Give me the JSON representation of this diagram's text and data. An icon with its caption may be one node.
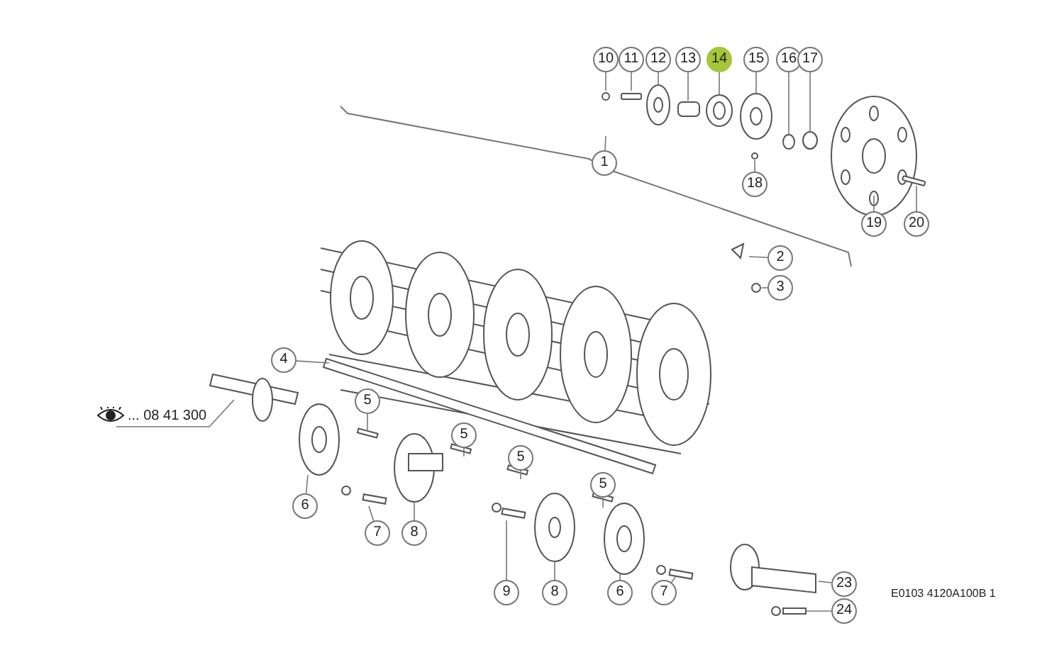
{
  "diagram": {
    "nodes": [
      {
        "text": [
          "10"
        ]
      },
      {
        "text": [
          "11"
        ]
      },
      {
        "text": [
          "12"
        ]
      },
      {
        "text": [
          "13"
        ]
      },
      {
        "text": [
          "14"
        ]
      },
      {
        "text": [
          "15"
        ]
      },
      {
        "text": [
          "16"
        ]
      },
      {
        "text": [
          "17"
        ]
      },
      {
        "text": [
          "18"
        ]
      },
      {
        "text": [
          "19"
        ]
      },
      {
        "text": [
          "20"
        ]
      },
      {
        "text": [
          "1"
        ]
      },
      {
        "text": [
          "2"
        ]
      },
      {
        "text": [
          "3"
        ]
      },
      {
        "text": [
          "4"
        ]
      },
      {
        "text": [
          "5"
        ]
      },
      {
        "text": [
          "... 08 41 300"
        ]
      },
      {
        "text": [
          "5"
        ]
      },
      {
        "text": [
          "5"
        ]
      },
      {
        "text": [
          "5"
        ]
      },
      {
        "text": [
          "6"
        ]
      },
      {
        "text": [
          "7"
        ]
      },
      {
        "text": [
          "8"
        ]
      },
      {
        "text": [
          "9"
        ]
      },
      {
        "text": [
          "8"
        ]
      },
      {
        "text": [
          "6"
        ]
      },
      {
        "text": [
          "7"
        ]
      },
      {
        "text": [
          "23"
        ]
      },
      {
        "text": [
          "24"
        ]
      }
    ],
    "edges": [
      {
        "from": 0,
        "to": null,
        "arrow": "none"
      },
      {
        "from": 1,
        "to": null,
        "arrow": "none"
      },
      {
        "from": 2,
        "to": null,
        "arrow": "none"
      },
      {
        "from": 3,
        "to": null,
        "arrow": "none"
      },
      {
        "from": 4,
        "to": null,
        "arrow": "none"
      },
      {
        "from": 5,
        "to": null,
        "arrow": "none"
      },
      {
        "from": 6,
        "to": null,
        "arrow": "none"
      },
      {
        "from": 7,
        "to": null,
        "arrow": "none"
      },
      {
        "from": 8,
        "to": null,
        "arrow": "none"
      },
      {
        "from": 9,
        "to": null,
        "arrow": "none"
      },
      {
        "from": 10,
        "to": null,
        "arrow": "none"
      },
      {
        "from": 11,
        "to": null,
        "arrow": "none"
      },
      {
        "from": 12,
        "to": null,
        "arrow": "none"
      },
      {
        "from": 13,
        "to": null,
        "arrow": "none"
      },
      {
        "from": 14,
        "to": null,
        "arrow": "none"
      },
      {
        "from": 15,
        "to": null,
        "arrow": "none"
      },
      {
        "from": 16,
        "to": null,
        "arrow": "none"
      },
      {
        "from": 17,
        "to": null,
        "arrow": "none"
      },
      {
        "from": 18,
        "to": null,
        "arrow": "none"
      },
      {
        "from": 19,
        "to": null,
        "arrow": "none"
      },
      {
        "from": 20,
        "to": null,
        "arrow": "none"
      },
      {
        "from": 21,
        "to": null,
        "arrow": "none"
      },
      {
        "from": 22,
        "to": null,
        "arrow": "none"
      },
      {
        "from": 23,
        "to": null,
        "arrow": "none"
      },
      {
        "from": 24,
        "to": null,
        "arrow": "none"
      },
      {
        "from": 25,
        "to": null,
        "arrow": "none"
      },
      {
        "from": 26,
        "to": null,
        "arrow": "none"
      },
      {
        "from": 27,
        "to": null,
        "arrow": "none"
      },
      {
        "from": 28,
        "to": null,
        "arrow": "none"
      }
    ],
    "labels": [
      "E0103 4120A100B 1"
    ]
  }
}
